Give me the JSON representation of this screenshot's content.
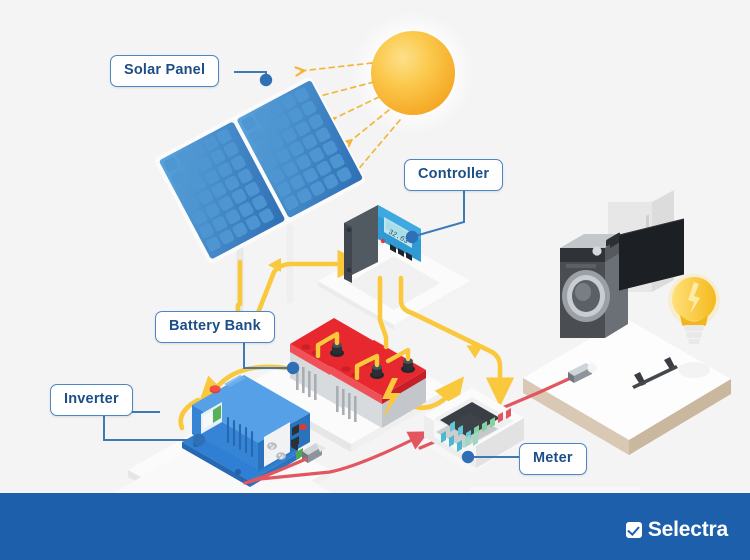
{
  "diagram": {
    "title": "Solar power system schematic",
    "background_color": "#f4f4f4",
    "footer_color": "#1d5fab",
    "label_border_color": "#4b86c6",
    "label_text_color": "#1d4e87",
    "dc_cable_color": "#fac83c",
    "ac_cable_color": "#e3555f",
    "leader_line_color": "#3f7ab5"
  },
  "labels": {
    "solar_panel": "Solar Panel",
    "controller": "Controller",
    "battery_bank": "Battery Bank",
    "inverter": "Inverter",
    "meter": "Meter"
  },
  "components": {
    "sun": {
      "name": "sun",
      "color": "#f9c335"
    },
    "sun_rays": {
      "name": "sunlight-rays",
      "count": 5,
      "color": "#f3b63c",
      "style": "dashed-arrows"
    },
    "solar_panel": {
      "name": "solar-panel-array",
      "panels": 2,
      "cell_color": "#3b82c4"
    },
    "charge_controller": {
      "name": "charge-controller",
      "display_value": "32.63",
      "body_color": "#2fa8e0"
    },
    "battery_bank": {
      "name": "battery-bank",
      "batteries": 2,
      "top_color": "#e8282f",
      "body_color": "#d5d8da"
    },
    "inverter": {
      "name": "inverter",
      "body_color": "#2f7fd4"
    },
    "meter": {
      "name": "electric-meter-panel",
      "switch_rows": 2
    },
    "appliances": {
      "name": "household-appliances",
      "items": [
        "washing-machine",
        "refrigerator",
        "television",
        "light-bulb"
      ]
    }
  },
  "brand": {
    "name": "Selectra",
    "icon": "checkbox-check-icon"
  }
}
